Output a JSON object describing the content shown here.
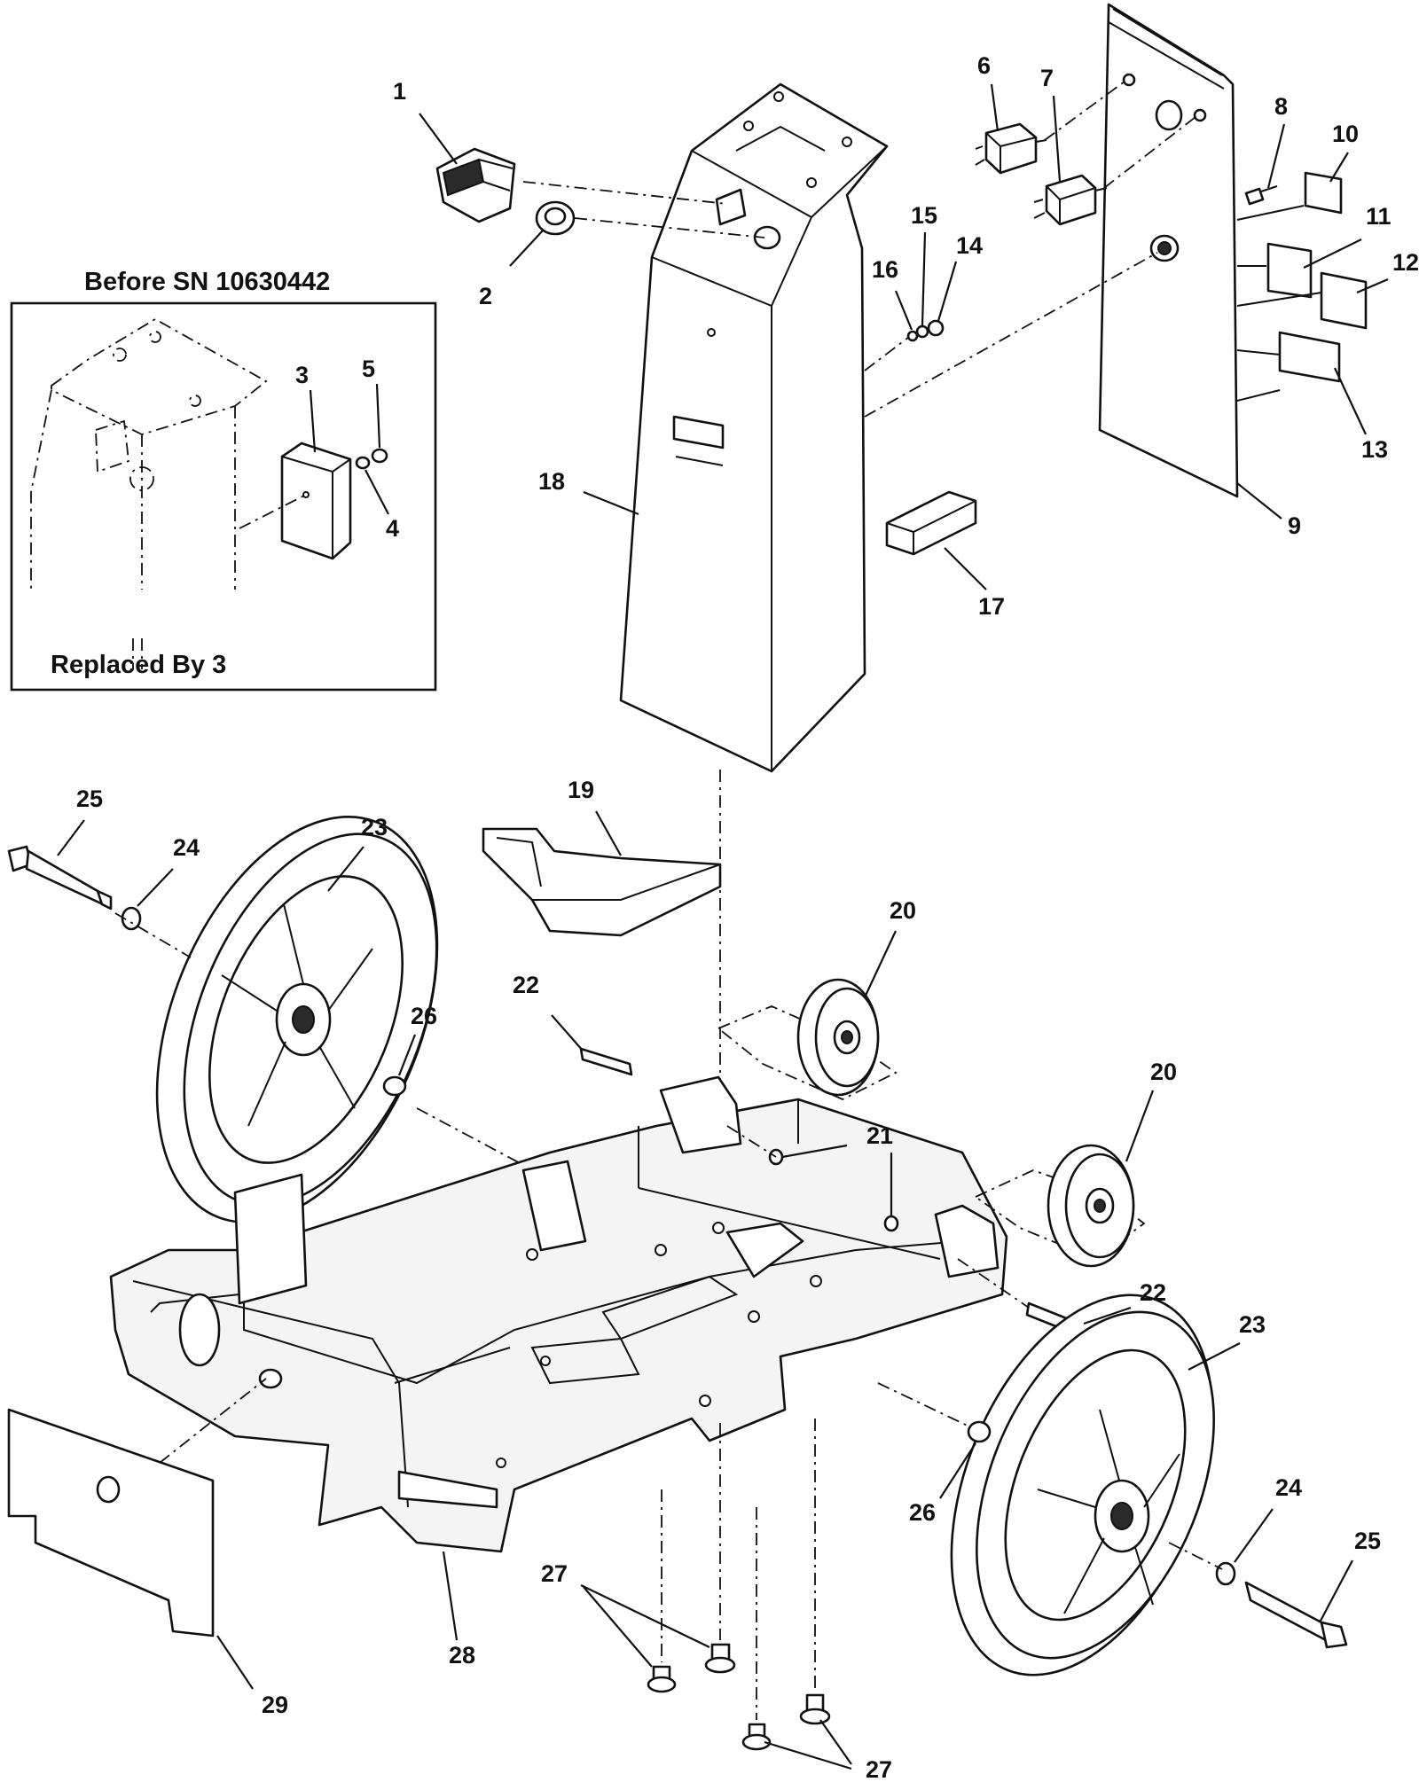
{
  "inset": {
    "title": "Before SN 10630442",
    "caption": "Replaced By 3"
  },
  "callouts": {
    "c1": "1",
    "c2": "2",
    "c3": "3",
    "c4": "4",
    "c5": "5",
    "c6": "6",
    "c7": "7",
    "c8": "8",
    "c9": "9",
    "c10": "10",
    "c11": "11",
    "c12": "12",
    "c13": "13",
    "c14": "14",
    "c15": "15",
    "c16": "16",
    "c17": "17",
    "c18": "18",
    "c19": "19",
    "c20": "20",
    "c21": "21",
    "c22": "22",
    "c23": "23",
    "c24": "24",
    "c25": "25",
    "c26": "26",
    "c27": "27",
    "c28": "28",
    "c29": "29"
  },
  "colors": {
    "line": "#111111",
    "background": "#ffffff"
  }
}
